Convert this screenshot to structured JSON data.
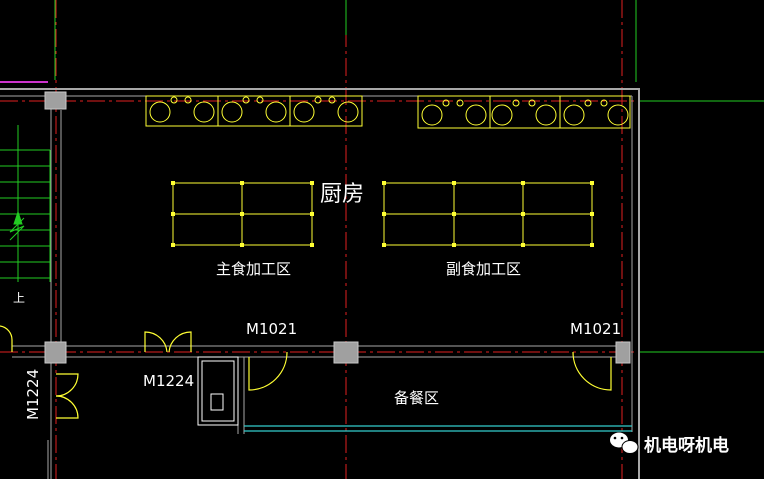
{
  "rooms": {
    "kitchen": "厨房",
    "staple_area": "主食加工区",
    "side_area": "副食加工区",
    "prep_area": "备餐区"
  },
  "doors": {
    "door_m1021_left": "M1021",
    "door_m1021_right": "M1021",
    "door_m1224_center": "M1224",
    "door_m1224_left": "M1224"
  },
  "stair": {
    "up_label": "上"
  },
  "watermark": {
    "text": "机电呀机电"
  },
  "colors": {
    "background": "#000000",
    "wall": "#a8a8a8",
    "axis": "#e02020",
    "fixture": "#ffff33",
    "stair": "#22cc22",
    "sink_cyan": "#33cccc",
    "column": "#a0a0a0",
    "magenta": "#cc33cc"
  }
}
